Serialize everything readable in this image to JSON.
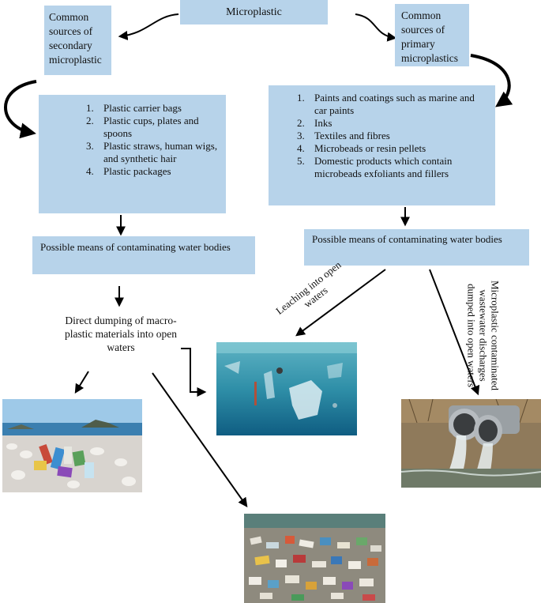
{
  "title": "Microplastic",
  "secondary_heading": "Common sources of secondary microplastic",
  "primary_heading": "Common sources of primary microplastics",
  "secondary_sources": [
    "Plastic carrier bags",
    "Plastic cups, plates and spoons",
    "Plastic straws, human wigs, and synthetic hair",
    "Plastic packages"
  ],
  "primary_sources": [
    "Paints and coatings such as marine and car paints",
    "Inks",
    "Textiles and fibres",
    "Microbeads or resin pellets",
    "Domestic products which contain microbeads exfoliants and fillers"
  ],
  "left_means": "Possible means of contaminating water bodies",
  "right_means": "Possible means of contaminating water bodies",
  "direct_dumping": "Direct dumping of macro-plastic materials into open waters",
  "leaching_label": "Leaching into open waters",
  "wastewater_label": "Microplastic contaminated wastewater discharges dumped into open waters",
  "colors": {
    "box_fill": "#b7d3ea",
    "arrow": "#000000"
  }
}
